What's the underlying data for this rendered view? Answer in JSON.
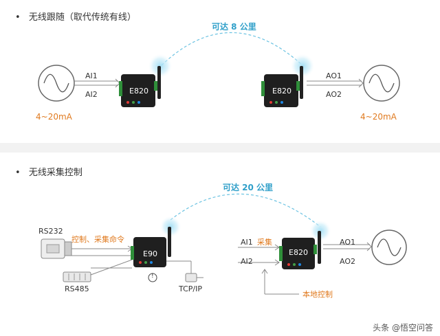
{
  "section1": {
    "bullet": "•",
    "title": "无线跟随（取代传统有线）",
    "distance": "可达 8 公里",
    "ai1": "AI1",
    "ai2": "AI2",
    "ao1": "AO1",
    "ao2": "AO2",
    "left_device": "E820",
    "right_device": "E820",
    "left_range": "4~20mA",
    "right_range": "4~20mA"
  },
  "section2": {
    "bullet": "•",
    "title": "无线采集控制",
    "distance": "可达 20 公里",
    "rs232": "RS232",
    "rs485": "RS485",
    "control_cmd": "控制、采集命令",
    "left_device": "E90",
    "tcpip": "TCP/IP",
    "ai1": "AI1",
    "ai2": "AI2",
    "collect": "采集",
    "right_device": "E820",
    "ao1": "AO1",
    "ao2": "AO2",
    "local_control": "本地控制",
    "warning": "!"
  },
  "watermark": "头条 @悟空问答",
  "colors": {
    "accent": "#2f9fc9",
    "orange": "#e07a1f",
    "device": "#1f1f1f",
    "signal": "#8fd3ee"
  }
}
